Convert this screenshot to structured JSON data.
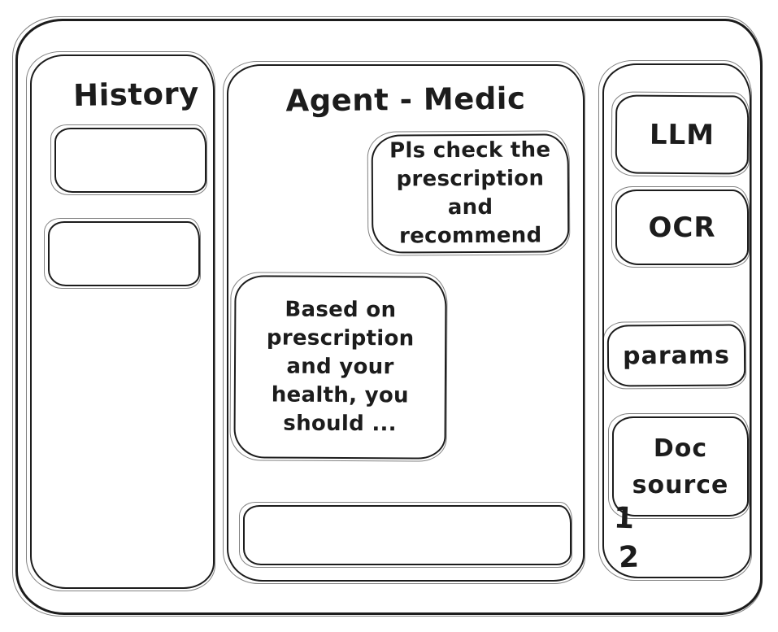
{
  "window": {
    "ink_color": "#1c1c1c",
    "background_color": "#ffffff"
  },
  "sidebar": {
    "title": "History",
    "items": [
      {
        "label": ""
      },
      {
        "label": ""
      }
    ]
  },
  "chat": {
    "title": "Agent - Medic",
    "messages": [
      {
        "role": "user",
        "align": "right",
        "text": "Pls check the\nprescription\nand recommend"
      },
      {
        "role": "assistant",
        "align": "left",
        "text": "Based on\nprescription\nand your\nhealth, you\nshould ..."
      }
    ],
    "input": {
      "value": "",
      "placeholder": ""
    }
  },
  "tools": {
    "buttons": [
      {
        "id": "llm",
        "label": "LLM"
      },
      {
        "id": "ocr",
        "label": "OCR"
      },
      {
        "id": "params",
        "label": "params"
      },
      {
        "id": "doc_source",
        "label": "Doc\nsource"
      }
    ],
    "doc_items": [
      "1",
      "2"
    ]
  }
}
